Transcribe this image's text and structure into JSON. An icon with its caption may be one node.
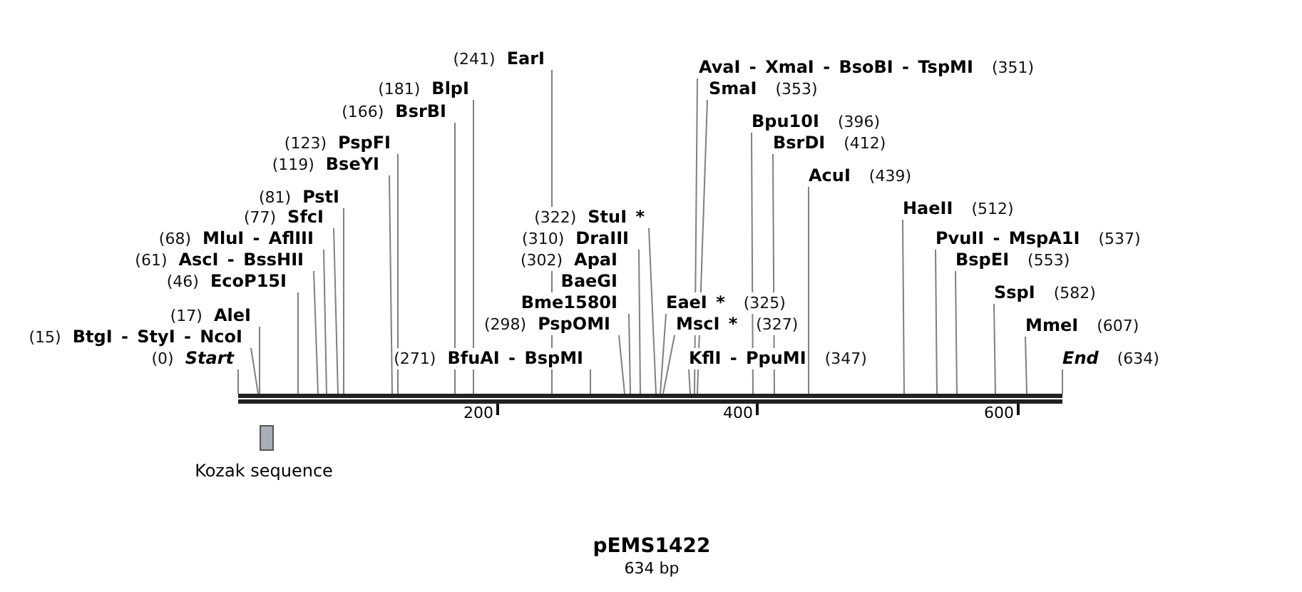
{
  "diagram": {
    "title": "pEMS1422",
    "caption": "634 bp",
    "nodes": [
      {
        "text": [],
        "shape": "bar"
      },
      {
        "text": [
          "(0)",
          "Start"
        ]
      },
      {
        "text": [
          "(15)",
          "BtgI - StyI - NcoI"
        ]
      },
      {
        "text": [
          "(17)",
          "AleI"
        ]
      },
      {
        "text": [
          "(46)",
          "EcoP15I"
        ]
      },
      {
        "text": [
          "(61)",
          "AscI - BssHII"
        ]
      },
      {
        "text": [
          "(68)",
          "MluI - AflIII"
        ]
      },
      {
        "text": [
          "(77)",
          "SfcI"
        ]
      },
      {
        "text": [
          "(81)",
          "PstI"
        ]
      },
      {
        "text": [
          "(119)",
          "BseYI"
        ]
      },
      {
        "text": [
          "(123)",
          "PspFI"
        ]
      },
      {
        "text": [
          "(166)",
          "BsrBI"
        ]
      },
      {
        "text": [
          "(181)",
          "BlpI"
        ]
      },
      {
        "text": [
          "(241)",
          "EarI"
        ]
      },
      {
        "text": [
          "(271)",
          "BfuAI - BspMI"
        ]
      },
      {
        "text": [
          "(298)",
          "PspOMI"
        ]
      },
      {
        "text": [
          "(302)",
          "ApaI",
          "BaeGI",
          "Bme1580I"
        ]
      },
      {
        "text": [
          "(310)",
          "DraIII"
        ]
      },
      {
        "text": [
          "(322)",
          "StuI *"
        ]
      },
      {
        "text": [
          "EaeI *",
          "(325)"
        ]
      },
      {
        "text": [
          "MscI *",
          "(327)"
        ]
      },
      {
        "text": [
          "KflI - PpuMI",
          "(347)"
        ]
      },
      {
        "text": [
          "AvaI - XmaI - BsoBI - TspMI",
          "(351)"
        ]
      },
      {
        "text": [
          "SmaI",
          "(353)"
        ]
      },
      {
        "text": [
          "Bpu10I",
          "(396)"
        ]
      },
      {
        "text": [
          "BsrDI",
          "(412)"
        ]
      },
      {
        "text": [
          "AcuI",
          "(439)"
        ]
      },
      {
        "text": [
          "HaeII",
          "(512)"
        ]
      },
      {
        "text": [
          "PvuII - MspA1I",
          "(537)"
        ]
      },
      {
        "text": [
          "BspEI",
          "(553)"
        ]
      },
      {
        "text": [
          "SspI",
          "(582)"
        ]
      },
      {
        "text": [
          "MmeI",
          "(607)"
        ]
      },
      {
        "text": [
          "End",
          "(634)"
        ]
      },
      {
        "text": [
          "Kozak sequence"
        ]
      }
    ],
    "edges": [
      {
        "from": 1,
        "to": 0,
        "arrow": "none"
      },
      {
        "from": 2,
        "to": 0,
        "arrow": "none"
      },
      {
        "from": 3,
        "to": 0,
        "arrow": "none"
      },
      {
        "from": 4,
        "to": 0,
        "arrow": "none"
      },
      {
        "from": 5,
        "to": 0,
        "arrow": "none"
      },
      {
        "from": 6,
        "to": 0,
        "arrow": "none"
      },
      {
        "from": 7,
        "to": 0,
        "arrow": "none"
      },
      {
        "from": 8,
        "to": 0,
        "arrow": "none"
      },
      {
        "from": 9,
        "to": 0,
        "arrow": "none"
      },
      {
        "from": 10,
        "to": 0,
        "arrow": "none"
      },
      {
        "from": 11,
        "to": 0,
        "arrow": "none"
      },
      {
        "from": 12,
        "to": 0,
        "arrow": "none"
      },
      {
        "from": 13,
        "to": 0,
        "arrow": "none"
      },
      {
        "from": 14,
        "to": 0,
        "arrow": "none"
      },
      {
        "from": 15,
        "to": 0,
        "arrow": "none"
      },
      {
        "from": 16,
        "to": 0,
        "arrow": "none"
      },
      {
        "from": 17,
        "to": 0,
        "arrow": "none"
      },
      {
        "from": 18,
        "to": 0,
        "arrow": "none"
      },
      {
        "from": 19,
        "to": 0,
        "arrow": "none"
      },
      {
        "from": 20,
        "to": 0,
        "arrow": "none"
      },
      {
        "from": 21,
        "to": 0,
        "arrow": "none"
      },
      {
        "from": 22,
        "to": 0,
        "arrow": "none"
      },
      {
        "from": 23,
        "to": 0,
        "arrow": "none"
      },
      {
        "from": 24,
        "to": 0,
        "arrow": "none"
      },
      {
        "from": 25,
        "to": 0,
        "arrow": "none"
      },
      {
        "from": 26,
        "to": 0,
        "arrow": "none"
      },
      {
        "from": 27,
        "to": 0,
        "arrow": "none"
      },
      {
        "from": 28,
        "to": 0,
        "arrow": "none"
      },
      {
        "from": 29,
        "to": 0,
        "arrow": "none"
      },
      {
        "from": 30,
        "to": 0,
        "arrow": "none"
      },
      {
        "from": 31,
        "to": 0,
        "arrow": "none"
      },
      {
        "from": 32,
        "to": 0,
        "arrow": "none"
      }
    ],
    "labels": [
      "200",
      "400",
      "600"
    ]
  }
}
